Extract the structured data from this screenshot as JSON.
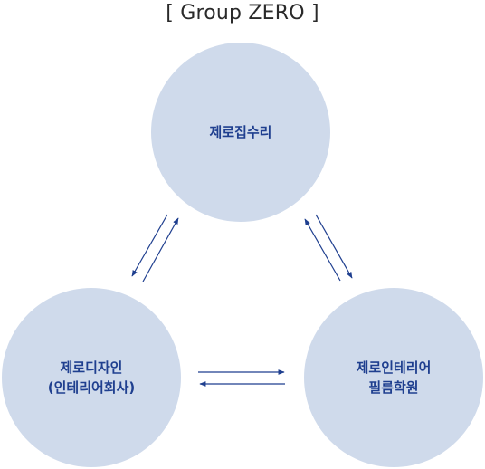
{
  "title": "[ Group ZERO ]",
  "nodes": [
    {
      "id": "top",
      "lines": [
        "제로집수리"
      ]
    },
    {
      "id": "left",
      "lines": [
        "제로디자인",
        "(인테리어회사)"
      ]
    },
    {
      "id": "right",
      "lines": [
        "제로인테리어",
        "필름학원"
      ]
    }
  ],
  "colors": {
    "circle": "#cfdaeb",
    "label": "#1f3f8f",
    "arrow": "#1f3f8f",
    "title": "#2a2a2a"
  }
}
